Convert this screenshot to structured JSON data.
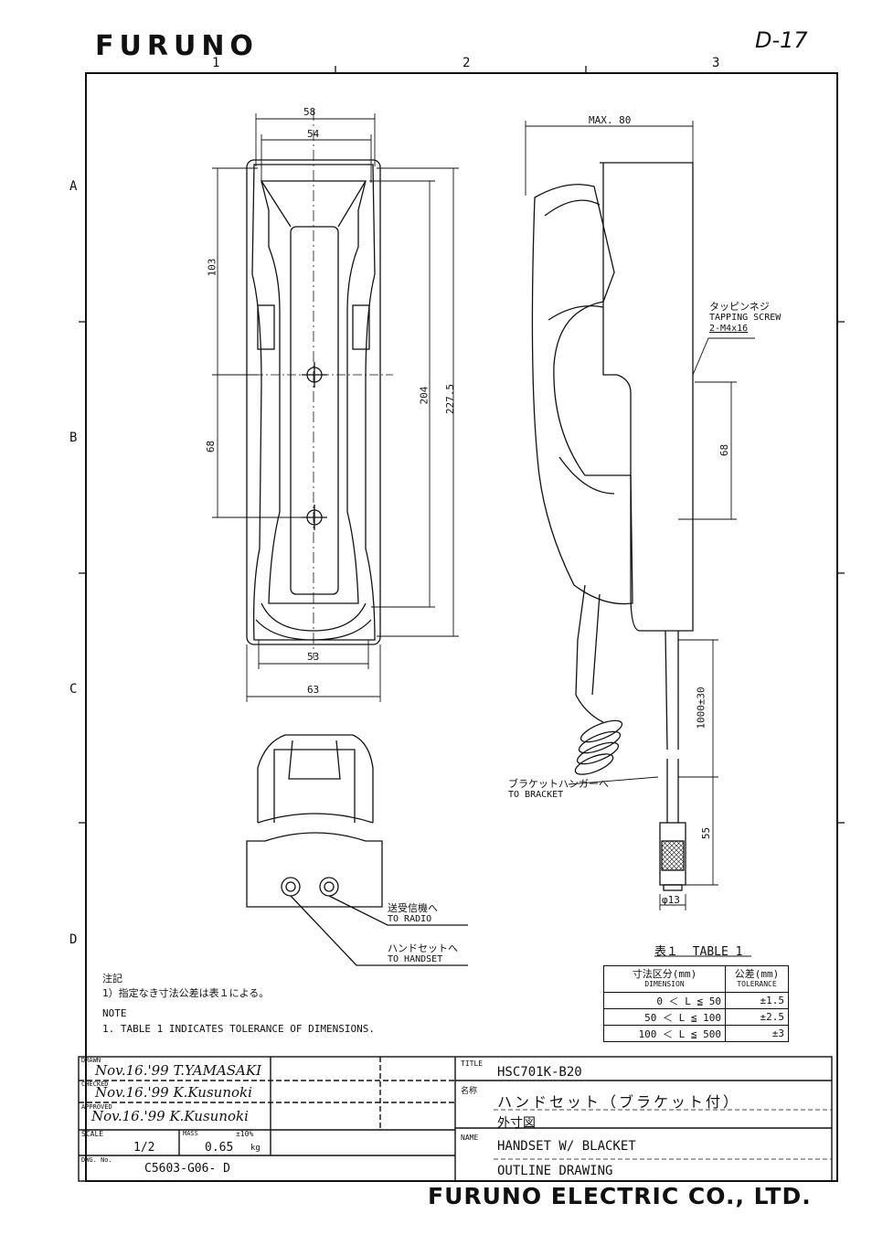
{
  "header": {
    "logo": "FURUNO",
    "sheet_number": "D-17",
    "zones_top": [
      "1",
      "2",
      "3"
    ],
    "zones_side": [
      "A",
      "B",
      "C",
      "D"
    ]
  },
  "front_view": {
    "dims": [
      "58",
      "54",
      "103",
      "68",
      "204",
      "227.5",
      "53",
      "63"
    ]
  },
  "side_view": {
    "dims": [
      "MAX. 80",
      "68",
      "1000±30",
      "55",
      "φ13"
    ],
    "tapping_screw": [
      "タッピンネジ",
      "TAPPING SCREW",
      "2-M4x16"
    ],
    "to_bracket": [
      "ブラケットハンガーへ",
      "TO BRACKET"
    ]
  },
  "bottom_view": {
    "to_radio": [
      "送受信機へ",
      "TO RADIO"
    ],
    "to_handset": [
      "ハンドセットへ",
      "TO HANDSET"
    ]
  },
  "notes": {
    "jp_title": "注記",
    "jp_text": "1）指定なき寸法公差は表１による。",
    "en_title": "NOTE",
    "en_text": "1. TABLE 1 INDICATES TOLERANCE OF DIMENSIONS."
  },
  "tolerance_table": {
    "caption_jp": "表１",
    "caption_en": "TABLE 1",
    "header_dim_jp": "寸法区分(mm)",
    "header_dim_en": "DIMENSION",
    "header_tol_jp": "公差(mm)",
    "header_tol_en": "TOLERANCE",
    "rows": [
      {
        "range": "0 ＜ L ≦  50",
        "tol": "±1.5"
      },
      {
        "range": "50 ＜ L ≦ 100",
        "tol": "±2.5"
      },
      {
        "range": "100 ＜ L ≦ 500",
        "tol": "±3"
      }
    ]
  },
  "title_block": {
    "drawn_label": "DRAWN",
    "drawn_sign": "Nov.16.'99 T.YAMASAKI",
    "checked_label": "CHECKED",
    "checked_sign": "Nov.16.'99 K.Kusunoki",
    "approved_label": "APPROVED",
    "approved_sign": "Nov.16.'99 K.Kusunoki",
    "scale_label": "SCALE",
    "scale_value": "1/2",
    "mass_label": "MASS",
    "mass_tol": "±10%",
    "mass_value": "0.65",
    "mass_unit": "kg",
    "dwg_label": "DWG. No.",
    "dwg_value": "C5603-G06- D",
    "title_label": "TITLE",
    "title_value": "HSC701K-B20",
    "name_jp_label": "名称",
    "name_jp_1": "ハンドセット（ブラケット付）",
    "name_jp_2": "外寸図",
    "name_label": "NAME",
    "name_en_1": "HANDSET W/ BLACKET",
    "name_en_2": "OUTLINE DRAWING"
  },
  "footer": {
    "company": "FURUNO ELECTRIC CO., LTD."
  }
}
